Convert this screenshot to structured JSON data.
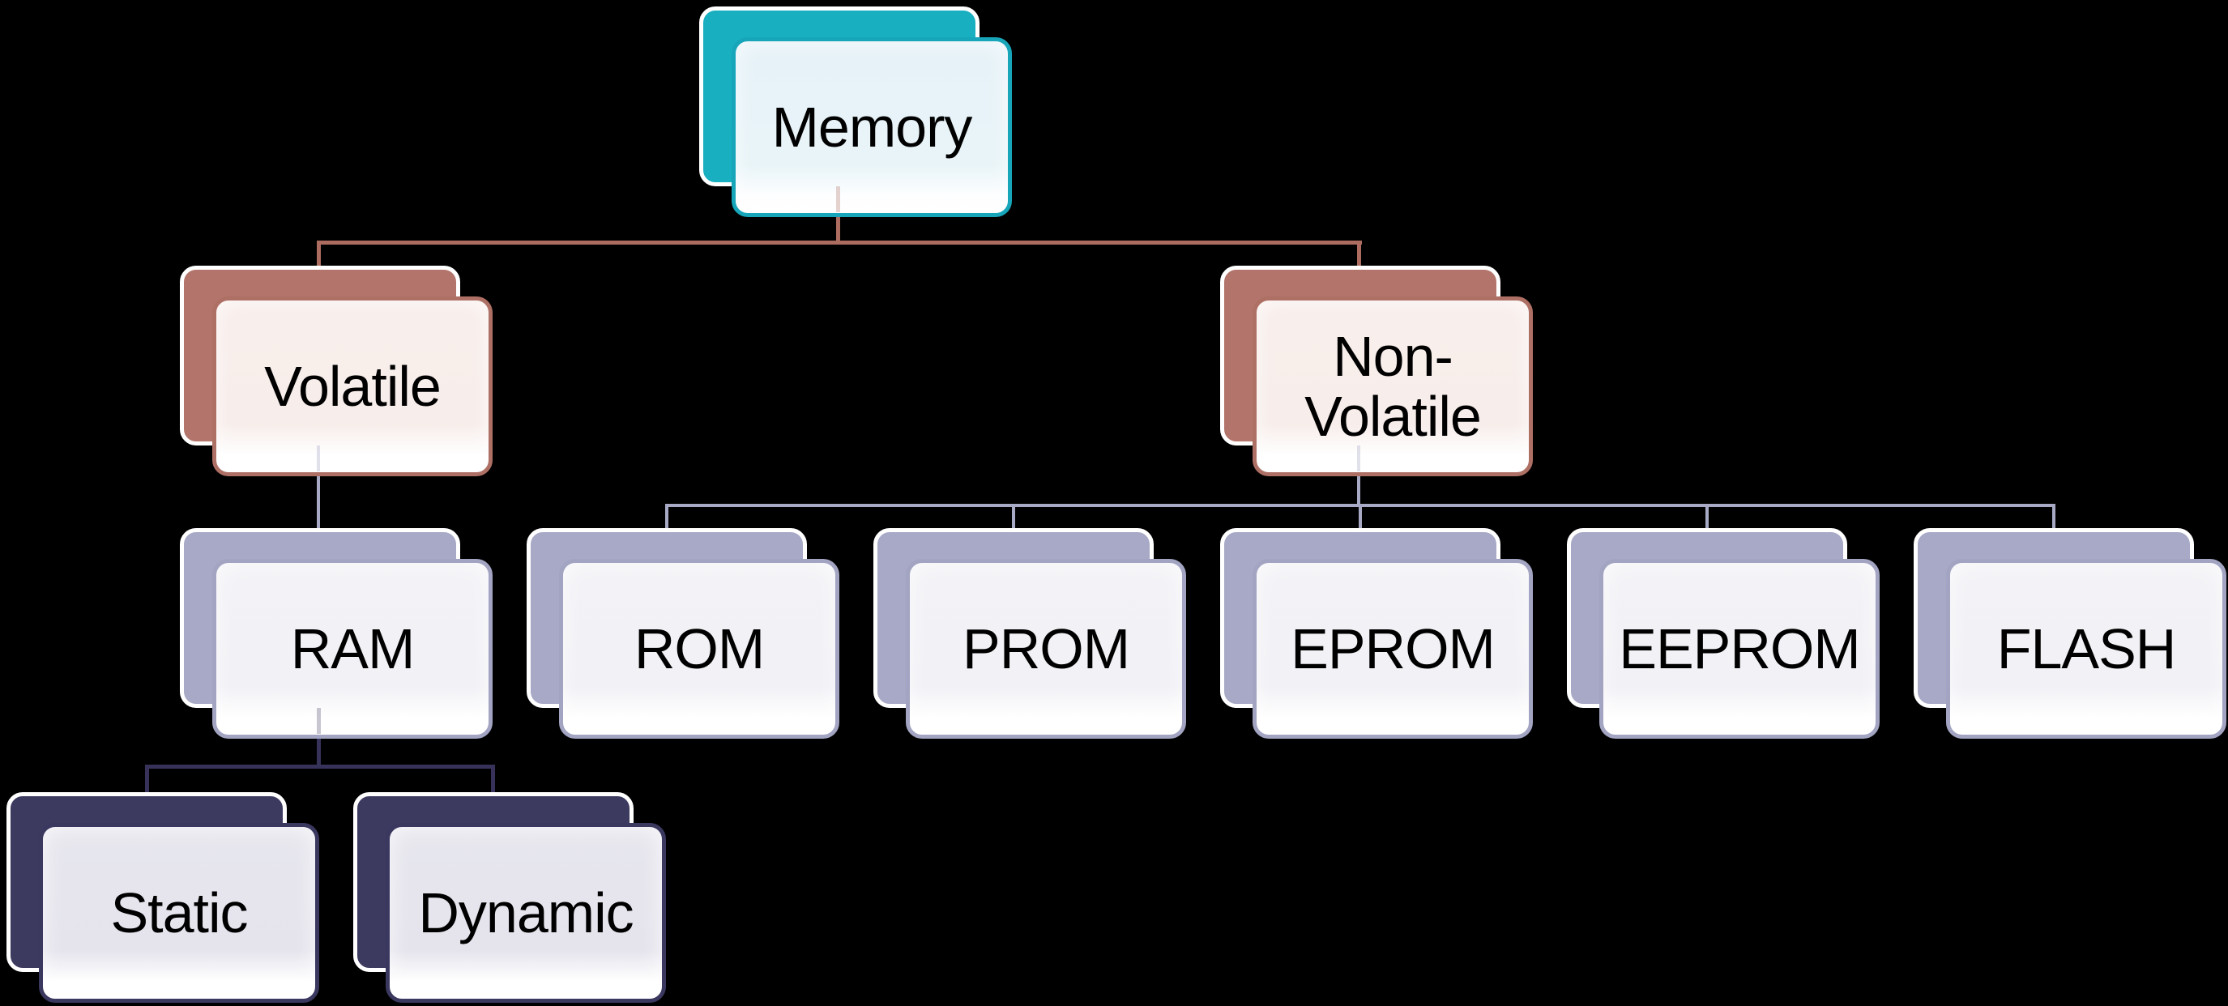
{
  "diagram": {
    "type": "hierarchy-tree",
    "background_color": "#000000",
    "nodes": {
      "memory": {
        "label": "Memory",
        "accent": "#18AFC0",
        "fill": "#E8F4F8"
      },
      "volatile": {
        "label": "Volatile",
        "accent": "#B3756B",
        "fill": "#F8EEEB"
      },
      "non_volatile": {
        "label": "Non-\nVolatile",
        "accent": "#B3756B",
        "fill": "#F8EEEB"
      },
      "ram": {
        "label": "RAM",
        "accent": "#A7A9C6",
        "fill": "#F2F2F7"
      },
      "rom": {
        "label": "ROM",
        "accent": "#A7A9C6",
        "fill": "#F2F2F7"
      },
      "prom": {
        "label": "PROM",
        "accent": "#A7A9C6",
        "fill": "#F2F2F7"
      },
      "eprom": {
        "label": "EPROM",
        "accent": "#A7A9C6",
        "fill": "#F2F2F7"
      },
      "eeprom": {
        "label": "EEPROM",
        "accent": "#A7A9C6",
        "fill": "#F2F2F7"
      },
      "flash": {
        "label": "FLASH",
        "accent": "#A7A9C6",
        "fill": "#F2F2F7"
      },
      "static": {
        "label": "Static",
        "accent": "#3D3A60",
        "fill": "#E7E6EE"
      },
      "dynamic": {
        "label": "Dynamic",
        "accent": "#3D3A60",
        "fill": "#E7E6EE"
      }
    },
    "edges": [
      [
        "memory",
        "volatile"
      ],
      [
        "memory",
        "non_volatile"
      ],
      [
        "volatile",
        "ram"
      ],
      [
        "non_volatile",
        "rom"
      ],
      [
        "non_volatile",
        "prom"
      ],
      [
        "non_volatile",
        "eprom"
      ],
      [
        "non_volatile",
        "eeprom"
      ],
      [
        "non_volatile",
        "flash"
      ],
      [
        "ram",
        "static"
      ],
      [
        "ram",
        "dynamic"
      ]
    ],
    "edge_colors": {
      "memory_to_children": "#AC6C5F",
      "volatile_nonvolatile_to_children": "#A7A9C5",
      "ram_to_children": "#363259"
    }
  }
}
